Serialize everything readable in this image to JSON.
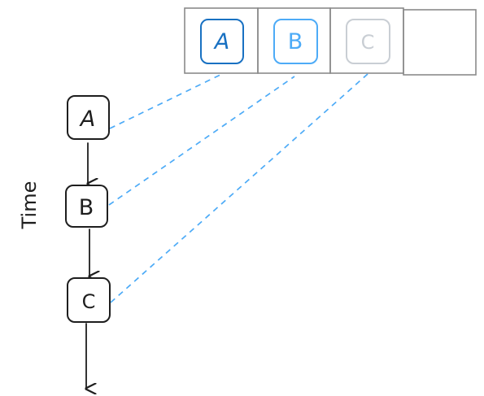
{
  "time_label": "Time",
  "timeline": [
    {
      "label": "A"
    },
    {
      "label": "B"
    },
    {
      "label": "C"
    }
  ],
  "array_slots": [
    {
      "label": "A",
      "state": "dark-blue"
    },
    {
      "label": "B",
      "state": "light-blue"
    },
    {
      "label": "C",
      "state": "faded-grey"
    },
    {
      "label": "",
      "state": "empty"
    }
  ],
  "colors": {
    "ink": "#1e1e1e",
    "frame": "#8a8a8a",
    "dark_blue": "#1971c2",
    "light_blue": "#4dabf7",
    "faded_grey": "#c9ced4",
    "connector": "#4dabf7",
    "background": "#ffffff"
  }
}
